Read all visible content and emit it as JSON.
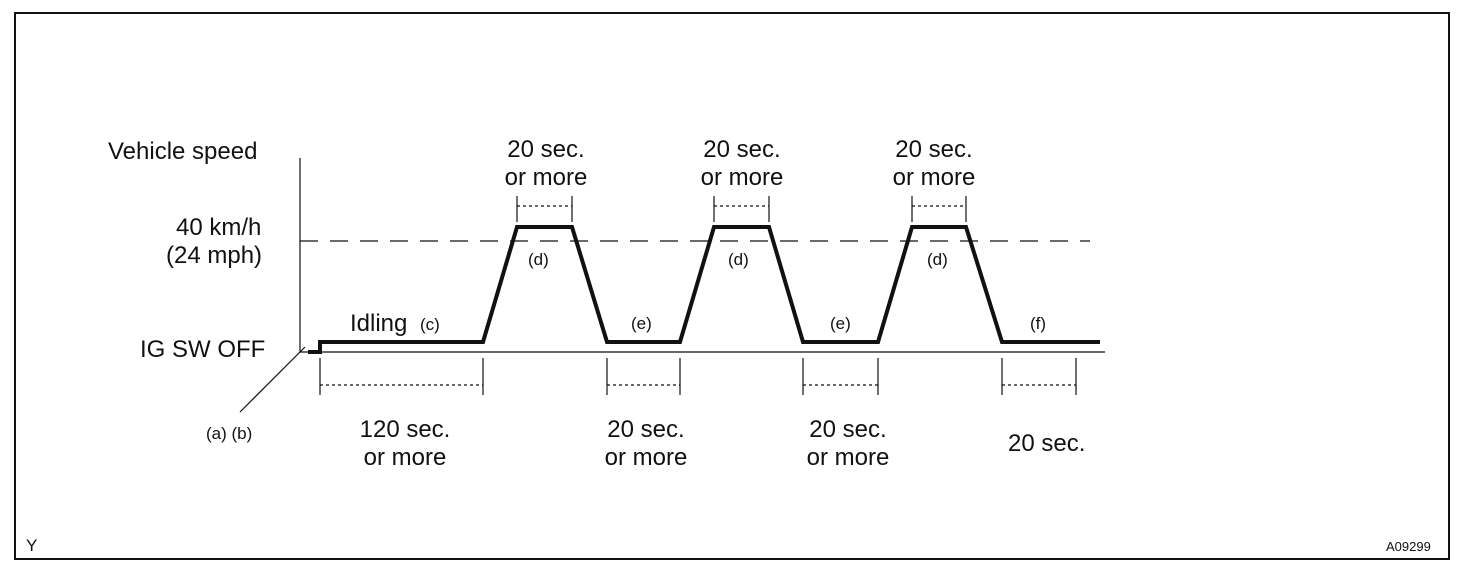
{
  "axis": {
    "y_title": "Vehicle speed",
    "speed_line_1": "40 km/h",
    "speed_line_2": "(24 mph)",
    "baseline": "IG SW OFF"
  },
  "steps": {
    "ab": "(a) (b)",
    "idling": "Idling",
    "c": "(c)",
    "d1": "(d)",
    "d2": "(d)",
    "d3": "(d)",
    "e1": "(e)",
    "e2": "(e)",
    "f": "(f)"
  },
  "durations": {
    "top1_line1": "20 sec.",
    "top1_line2": "or more",
    "top2_line1": "20 sec.",
    "top2_line2": "or more",
    "top3_line1": "20 sec.",
    "top3_line2": "or more",
    "idle_line1": "120 sec.",
    "idle_line2": "or more",
    "low1_line1": "20 sec.",
    "low1_line2": "or more",
    "low2_line1": "20 sec.",
    "low2_line2": "or more",
    "final": "20 sec."
  },
  "corner": {
    "left": "Y",
    "right": "A09299"
  }
}
